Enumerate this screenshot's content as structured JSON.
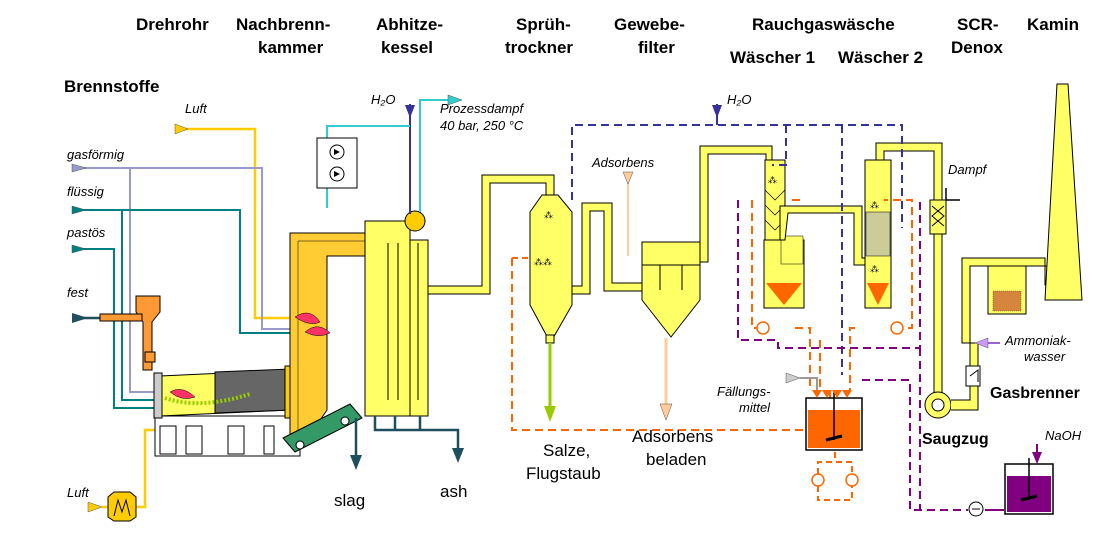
{
  "headers": {
    "drehrohr": "Drehrohr",
    "nachbrenn1": "Nachbrenn-",
    "nachbrenn2": "kammer",
    "abhitze1": "Abhitze-",
    "abhitze2": "kessel",
    "spruh1": "Sprüh-",
    "spruh2": "trockner",
    "gewebe1": "Gewebe-",
    "gewebe2": "filter",
    "rauch": "Rauchgaswäsche",
    "w1": "Wäscher 1",
    "w2": "Wäscher 2",
    "scr1": "SCR-",
    "scr2": "Denox",
    "kamin": "Kamin",
    "brennstoffe": "Brennstoffe"
  },
  "inputs": {
    "luft_top": "Luft",
    "gas": "gasförmig",
    "fluessig": "flüssig",
    "pastoes": "pastös",
    "fest": "fest",
    "luft_bottom": "Luft"
  },
  "labels": {
    "h2o_1": "H₂O",
    "prozess1": "Prozessdampf",
    "prozess2": "40 bar, 250 °C",
    "h2o_2": "H₂O",
    "adsorbens": "Adsorbens",
    "dampf": "Dampf",
    "ammoniak1": "Ammoniak-",
    "ammoniak2": "wasser",
    "faellung1": "Fällungs-",
    "faellung2": "mittel",
    "naoh": "NaOH"
  },
  "outputs": {
    "slag": "slag",
    "ash": "ash",
    "salze1": "Salze,",
    "salze2": "Flugstaub",
    "ads1": "Adsorbens",
    "ads2": "beladen",
    "gasbrenner": "Gasbrenner",
    "saugzug": "Saugzug"
  },
  "colors": {
    "flue_gas": "#ffff66",
    "flue_gas_border": "#000000",
    "water_line": "#333399",
    "steam_line": "#33cccc",
    "air_line": "#ffcc00",
    "gas_line": "#9999cc",
    "liquid_line": "#008080",
    "adsorbens_line": "#ff6600",
    "naoh_line": "#800080",
    "residue_arrow": "#99cc00",
    "adsorbens_arrow": "#ffcc99",
    "ash_arrow": "#1f4e5f",
    "acid_fill": "#ff6600",
    "naoh_fill": "#800080"
  }
}
